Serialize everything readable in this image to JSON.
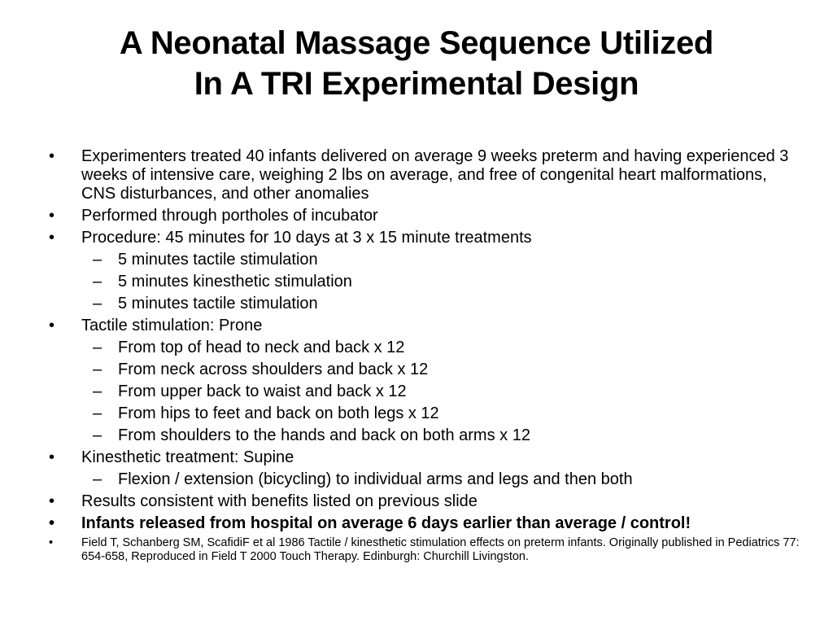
{
  "title": {
    "line1": "A Neonatal Massage Sequence Utilized",
    "line2": "In A TRI Experimental Design"
  },
  "bullets": [
    {
      "level": 1,
      "marker": "•",
      "style": "normal",
      "text": "Experimenters treated 40 infants delivered on average 9 weeks preterm and having experienced 3 weeks of intensive care, weighing 2 lbs on average, and free of congenital heart malformations, CNS disturbances, and other anomalies"
    },
    {
      "level": 1,
      "marker": "•",
      "style": "normal",
      "text": "Performed through portholes of incubator"
    },
    {
      "level": 1,
      "marker": "•",
      "style": "normal",
      "text": "Procedure: 45 minutes for 10 days at 3 x 15 minute treatments"
    },
    {
      "level": 2,
      "marker": "–",
      "style": "normal",
      "text": "5 minutes tactile stimulation"
    },
    {
      "level": 2,
      "marker": "–",
      "style": "normal",
      "text": "5 minutes kinesthetic stimulation"
    },
    {
      "level": 2,
      "marker": "–",
      "style": "normal",
      "text": "5 minutes tactile stimulation"
    },
    {
      "level": 1,
      "marker": "•",
      "style": "normal",
      "text": "Tactile stimulation: Prone"
    },
    {
      "level": 2,
      "marker": "–",
      "style": "normal",
      "text": "From top of head to neck and back x 12"
    },
    {
      "level": 2,
      "marker": "–",
      "style": "normal",
      "text": "From neck across shoulders and back x 12"
    },
    {
      "level": 2,
      "marker": "–",
      "style": "normal",
      "text": "From upper back to waist and back x 12"
    },
    {
      "level": 2,
      "marker": "–",
      "style": "normal",
      "text": "From hips to feet and back on both legs x 12"
    },
    {
      "level": 2,
      "marker": "–",
      "style": "normal",
      "text": "From shoulders to the hands and back on both arms x 12"
    },
    {
      "level": 1,
      "marker": "•",
      "style": "normal",
      "text": "Kinesthetic treatment: Supine"
    },
    {
      "level": 2,
      "marker": "–",
      "style": "normal",
      "text": "Flexion / extension (bicycling) to individual arms and legs and then both"
    },
    {
      "level": 1,
      "marker": "•",
      "style": "normal",
      "text": "Results consistent with benefits listed on previous slide"
    },
    {
      "level": 1,
      "marker": "•",
      "style": "bold",
      "text": "Infants released from hospital on average 6 days earlier than average / control!"
    },
    {
      "level": 1,
      "marker": "•",
      "style": "small",
      "text": "Field T, Schanberg SM, ScafidiF et al 1986 Tactile / kinesthetic stimulation effects on preterm infants. Originally published in Pediatrics 77: 654-658, Reproduced in Field T 2000 Touch Therapy. Edinburgh: Churchill Livingston."
    }
  ]
}
